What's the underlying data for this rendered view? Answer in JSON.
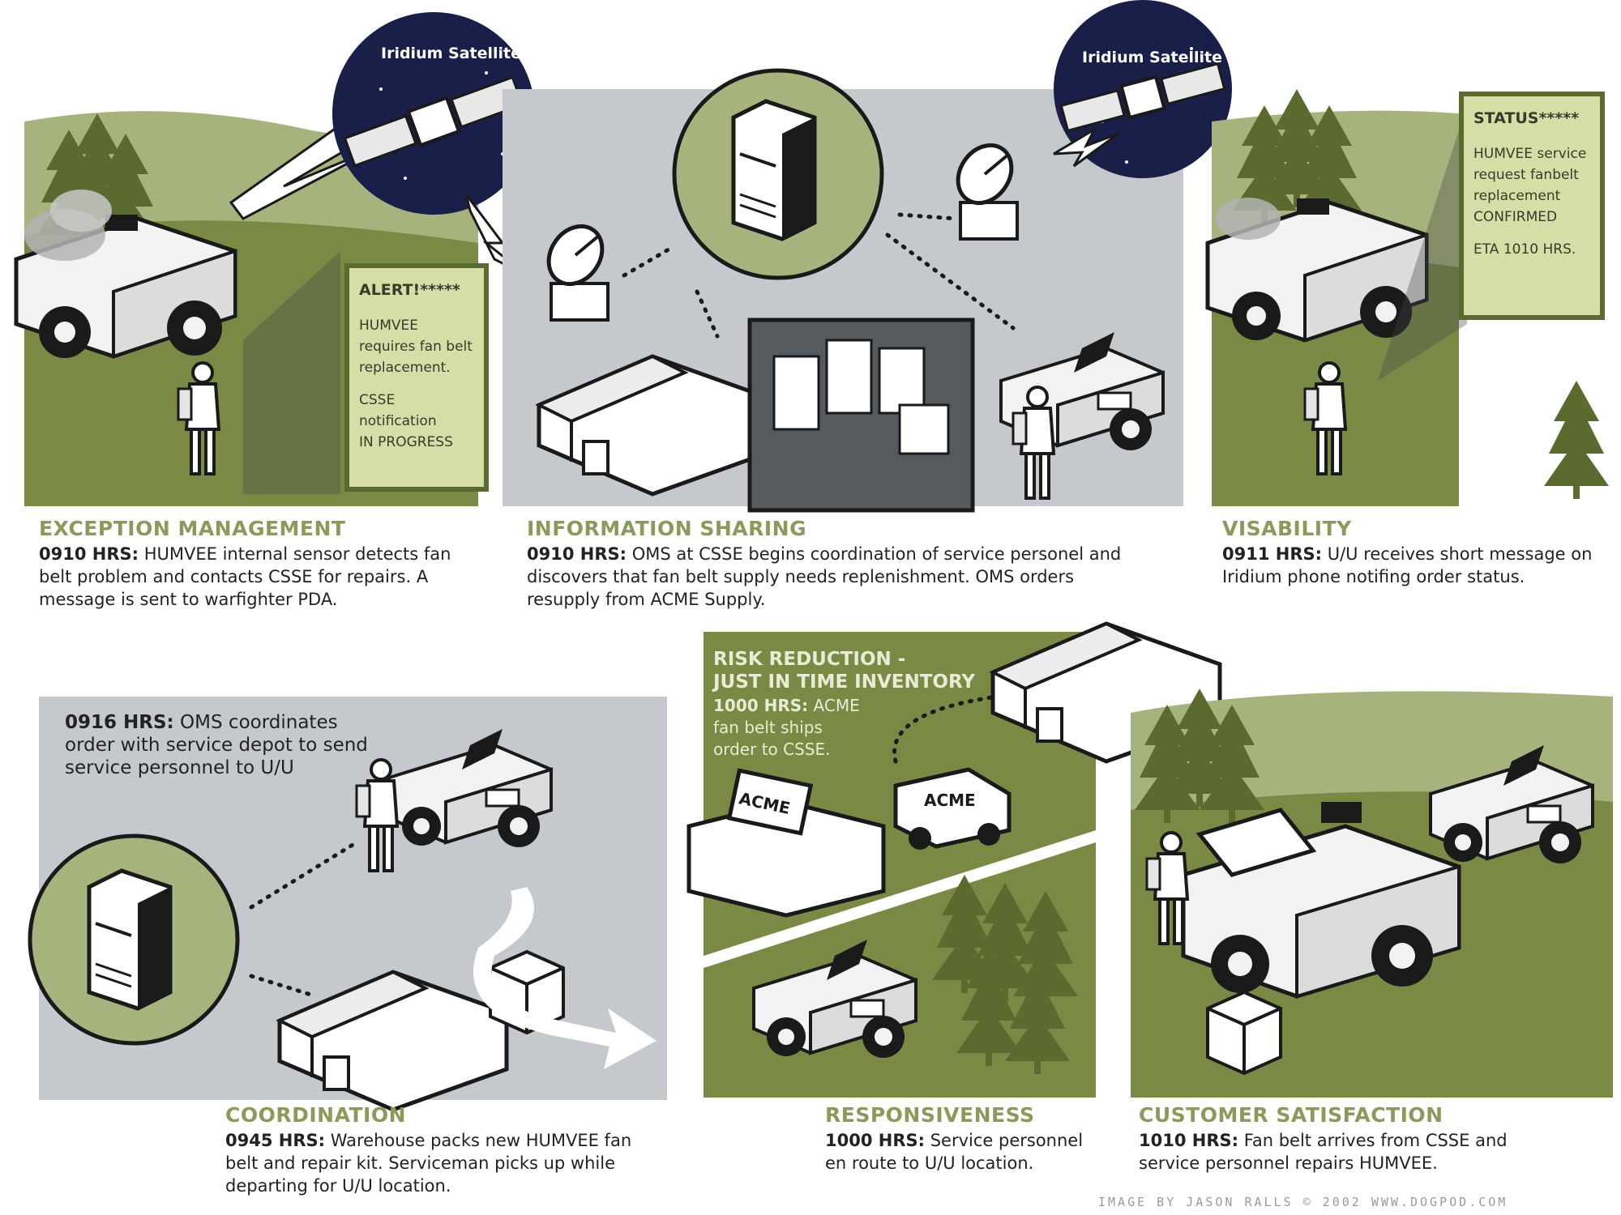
{
  "satellites": {
    "left_label": "Iridium Satellite",
    "right_label": "Iridium Satellite"
  },
  "alert_box": {
    "title": "ALERT!*****",
    "lines": [
      "HUMVEE",
      "requires fan belt",
      "replacement."
    ],
    "lines2": [
      "CSSE notification",
      "IN PROGRESS"
    ]
  },
  "status_box": {
    "title": "STATUS*****",
    "lines": [
      "HUMVEE service",
      "request fanbelt",
      "replacement",
      "CONFIRMED"
    ],
    "eta": "ETA 1010 HRS."
  },
  "panels": {
    "exception": {
      "heading": "EXCEPTION MANAGEMENT",
      "time": "0910 HRS:",
      "text": " HUMVEE internal sensor detects fan belt problem and contacts CSSE for repairs. A message is sent to warfighter PDA."
    },
    "info": {
      "heading": "INFORMATION SHARING",
      "time": "0910 HRS:",
      "text": " OMS at CSSE begins coordination of service personel and discovers that fan belt supply needs replenishment. OMS orders resupply from ACME Supply."
    },
    "visability": {
      "heading": "VISABILITY",
      "time": "0911 HRS:",
      "text": " U/U receives short message on Iridium phone notifing order status."
    },
    "coordination": {
      "inner": "0916 HRS: OMS coordinates order with service depot to send service personnel to U/U",
      "inner_time": "0916 HRS:",
      "inner_text": " OMS coordinates order with service depot to send service personnel to U/U",
      "heading": "COORDINATION",
      "time": "0945 HRS:",
      "text": " Warehouse packs new HUMVEE fan belt and repair kit. Serviceman picks up while departing for U/U location."
    },
    "risk": {
      "title_line1": "RISK REDUCTION -",
      "title_line2": "JUST IN TIME INVENTORY",
      "time": "1000 HRS:",
      "text_line1": " ACME",
      "text_line2": "fan belt ships",
      "text_line3": "order to CSSE.",
      "sign_label": "ACME",
      "van_label": "ACME"
    },
    "responsiveness": {
      "heading": "RESPONSIVENESS",
      "time": "1000 HRS:",
      "text": " Service personnel en route to U/U location."
    },
    "customer": {
      "heading": "CUSTOMER SATISFACTION",
      "time": "1010 HRS:",
      "text": " Fan belt arrives from CSSE and service personnel repairs HUMVEE."
    }
  },
  "credit": "IMAGE BY JASON RALLS © 2002 WWW.DOGPOD.COM",
  "colors": {
    "olive_dark": "#5b6b2f",
    "olive_mid": "#7a8a45",
    "olive_light": "#a7b37c",
    "grey_panel": "#c5c8cc",
    "heading": "#8b9a5b",
    "navy": "#1a1f4a",
    "message_bg": "#d6dda6"
  }
}
